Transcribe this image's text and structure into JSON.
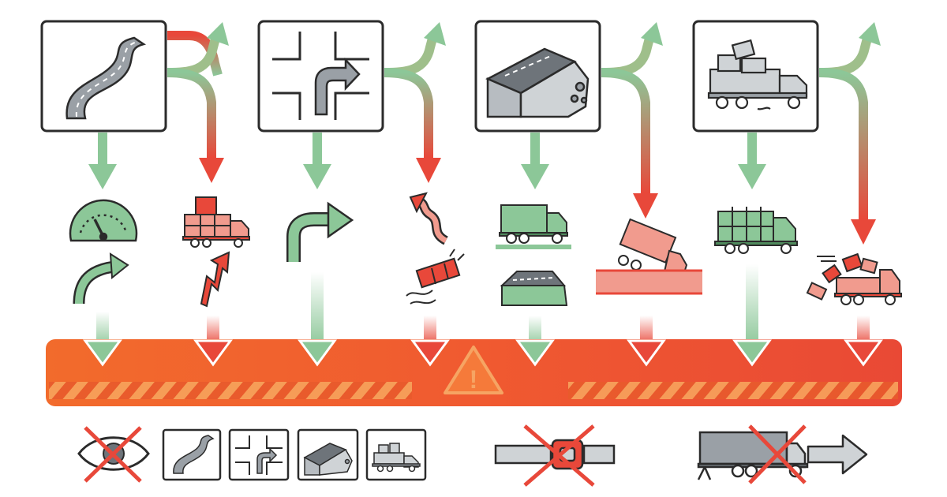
{
  "scenarios": [
    {
      "id": "curve",
      "icon": "curved-road-icon",
      "safe_outcome": "speed-control",
      "risk_outcome": "load-shift"
    },
    {
      "id": "turn",
      "icon": "intersection-turn-icon",
      "safe_outcome": "controlled-turn",
      "risk_outcome": "swerve-cargo-fall"
    },
    {
      "id": "slope",
      "icon": "damaged-road-edge-icon",
      "safe_outcome": "level-truck",
      "risk_outcome": "truck-tipping"
    },
    {
      "id": "overload",
      "icon": "overloaded-truck-icon",
      "safe_outcome": "secured-load-truck",
      "risk_outcome": "spilling-cargo-truck"
    }
  ],
  "colors": {
    "safe": "#8cc798",
    "safe_dark": "#4f8a5c",
    "risk": "#e8483a",
    "risk_light": "#f19b8e",
    "hazard_bar": "#f0662f",
    "hazard_stripe": "#f5a45e",
    "ink": "#2b2b2b",
    "gray": "#9aa0a6"
  },
  "warning_symbol": "!",
  "bottom_row": [
    {
      "icon": "eye-crossed-icon"
    },
    {
      "icon": "curved-road-small-icon"
    },
    {
      "icon": "intersection-small-icon"
    },
    {
      "icon": "road-edge-small-icon"
    },
    {
      "icon": "loaded-truck-small-icon"
    },
    {
      "icon": "seatbelt-crossed-icon"
    },
    {
      "icon": "trailer-crossed-icon"
    },
    {
      "icon": "right-arrow-icon"
    }
  ]
}
